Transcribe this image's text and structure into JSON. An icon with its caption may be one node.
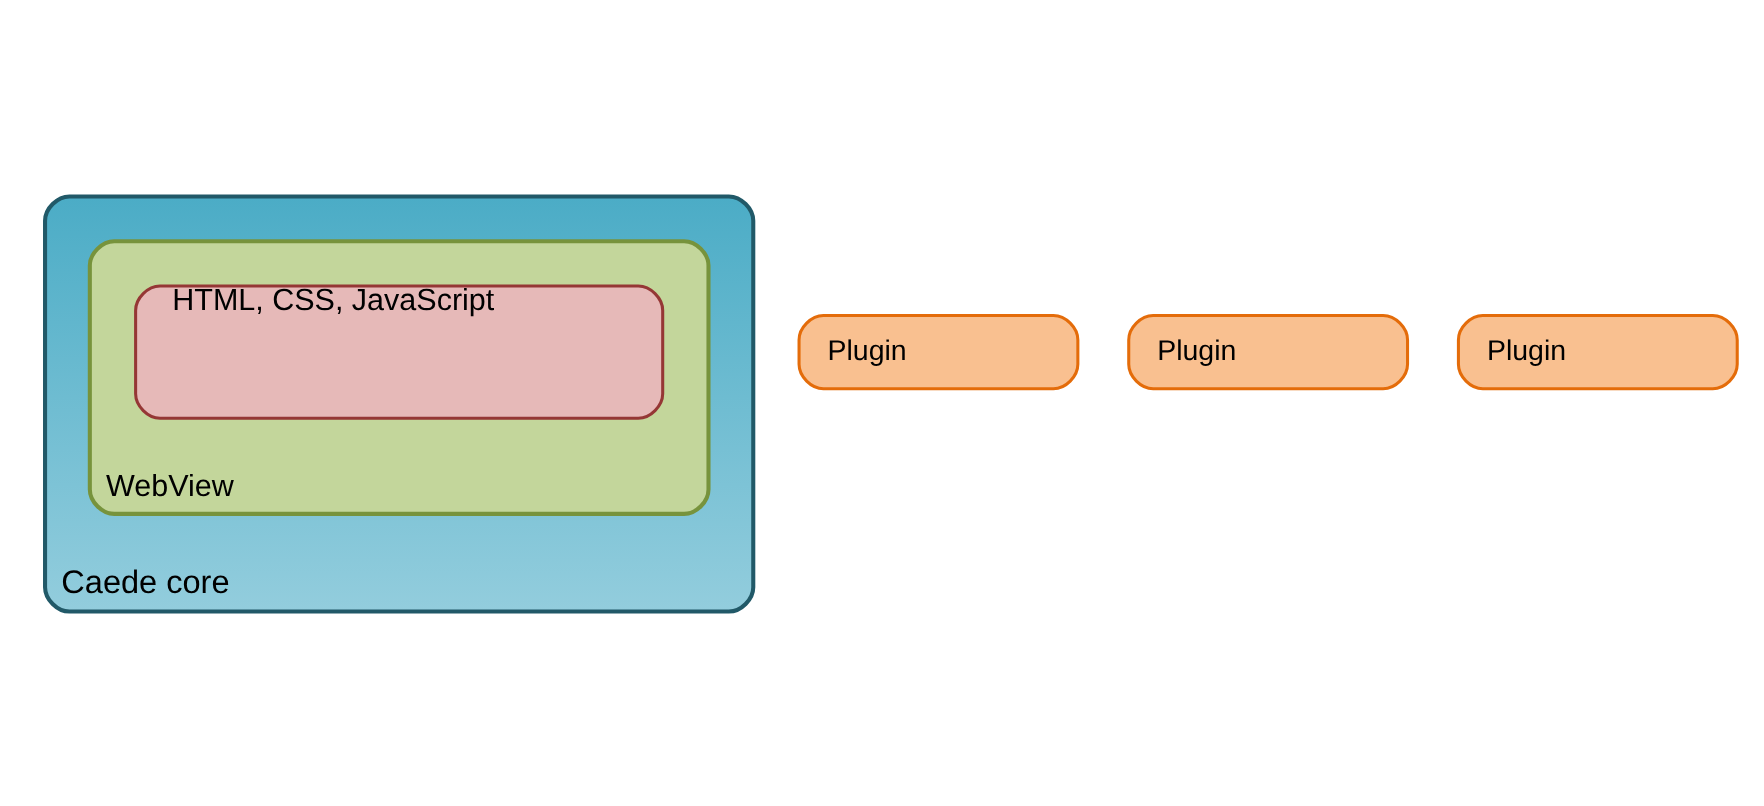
{
  "diagram": {
    "nodes": [
      {
        "text": [
          "Caede core"
        ]
      },
      {
        "text": [
          "WebView"
        ],
        "in": 0
      },
      {
        "text": [
          "HTML, CSS, JavaScript"
        ],
        "in": 1
      },
      {
        "text": [
          "Plugin"
        ]
      },
      {
        "text": [
          "Plugin"
        ]
      },
      {
        "text": [
          "Plugin"
        ]
      }
    ]
  }
}
